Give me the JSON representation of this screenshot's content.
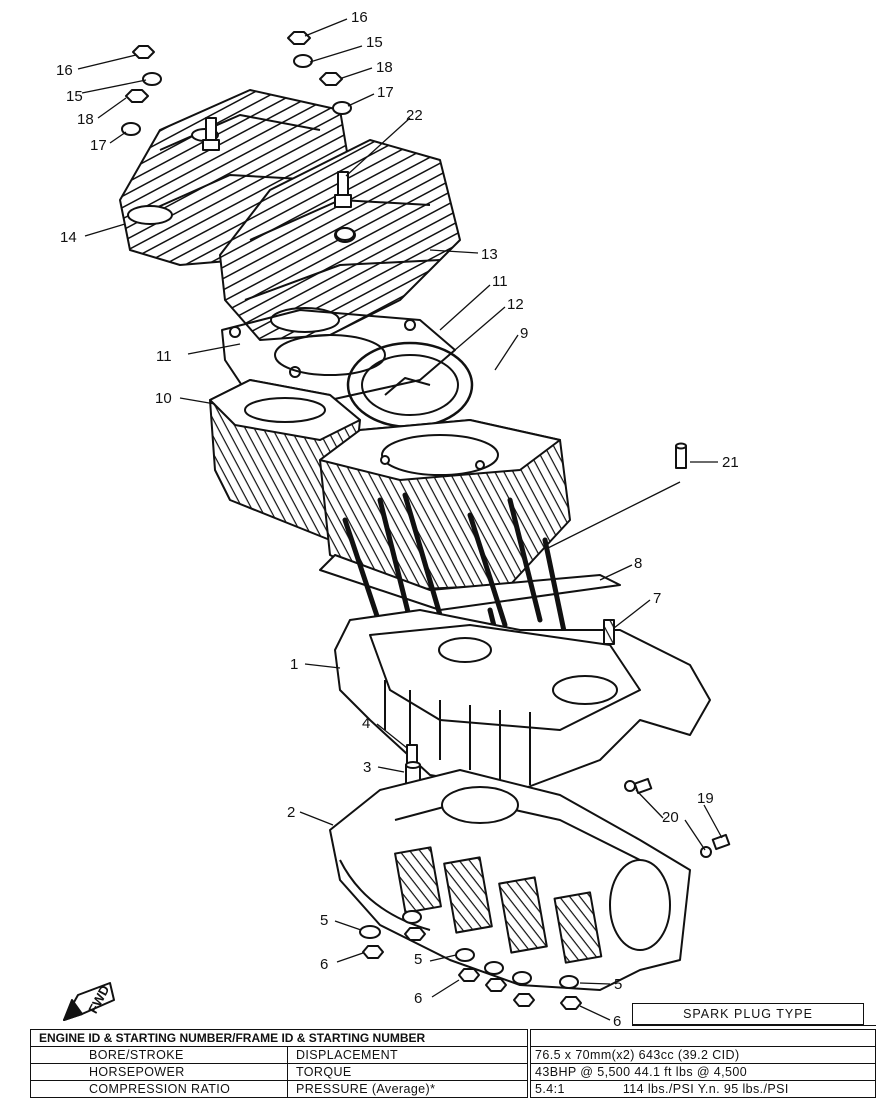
{
  "callouts": [
    "16",
    "15",
    "18",
    "17",
    "16",
    "15",
    "18",
    "17",
    "22",
    "14",
    "13",
    "11",
    "12",
    "11",
    "9",
    "10",
    "21",
    "8",
    "7",
    "1",
    "4",
    "3",
    "19",
    "20",
    "2",
    "5",
    "6",
    "5",
    "6",
    "5",
    "6"
  ],
  "fwd_label": "FWD",
  "spark_plug": {
    "header": "SPARK PLUG TYPE"
  },
  "spec_table": {
    "header": "ENGINE ID & STARTING NUMBER/FRAME ID & STARTING NUMBER",
    "rows": [
      {
        "label": "BORE/STROKE",
        "label2": "DISPLACEMENT",
        "value1": "76.5 x 70mm(x2)",
        "value2": "643cc (39.2 CID)"
      },
      {
        "label": "HORSEPOWER",
        "label2": "TORQUE",
        "value1": "43BHP @ 5,500",
        "value2": "44.1 ft lbs @ 4,500"
      },
      {
        "label": "COMPRESSION RATIO",
        "label2": "PRESSURE (Average)*",
        "value1": "5.4:1",
        "value2": "114 lbs./PSI  Y.n. 95 lbs./PSI"
      }
    ]
  }
}
